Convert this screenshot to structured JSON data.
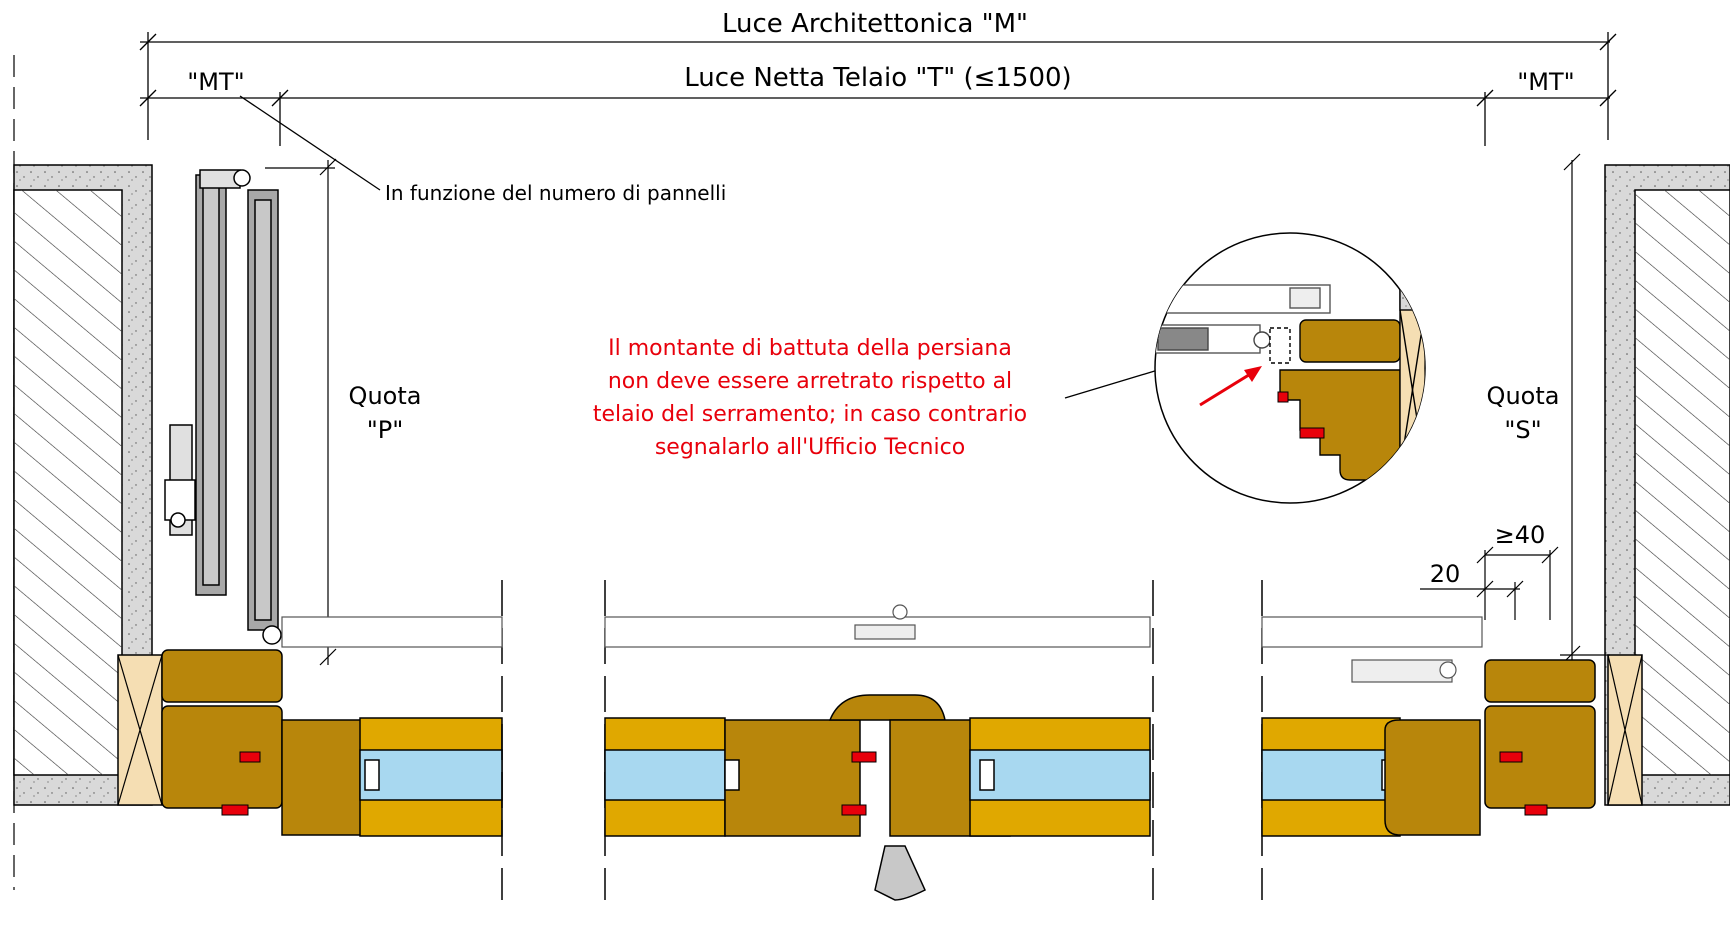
{
  "dimensions": {
    "overall": "Luce Architettonica \"M\"",
    "net_frame": "Luce Netta Telaio \"T\" (≤1500)",
    "mt_left": "\"MT\"",
    "mt_right": "\"MT\"",
    "dim_20": "20",
    "dim_40": "≥40"
  },
  "labels": {
    "panels_note": "In funzione del numero di pannelli",
    "quota_p_line1": "Quota",
    "quota_p_line2": "\"P\"",
    "quota_s_line1": "Quota",
    "quota_s_line2": "\"S\""
  },
  "warning": {
    "lines": [
      "Il montante di battuta della persiana",
      "non deve essere arretrato rispetto al",
      "telaio del serramento; in caso contrario",
      "segnalarlo all'Ufficio Tecnico"
    ]
  },
  "colors": {
    "wood": "#b8860b",
    "wood_light": "#e0a800",
    "glass": "#a8d8f0",
    "concrete": "#d9d9d9",
    "insulation": "#f5deb3",
    "gasket": "#e8000b",
    "shutter": "#a8a8a8",
    "warning_text": "#e8000b"
  }
}
